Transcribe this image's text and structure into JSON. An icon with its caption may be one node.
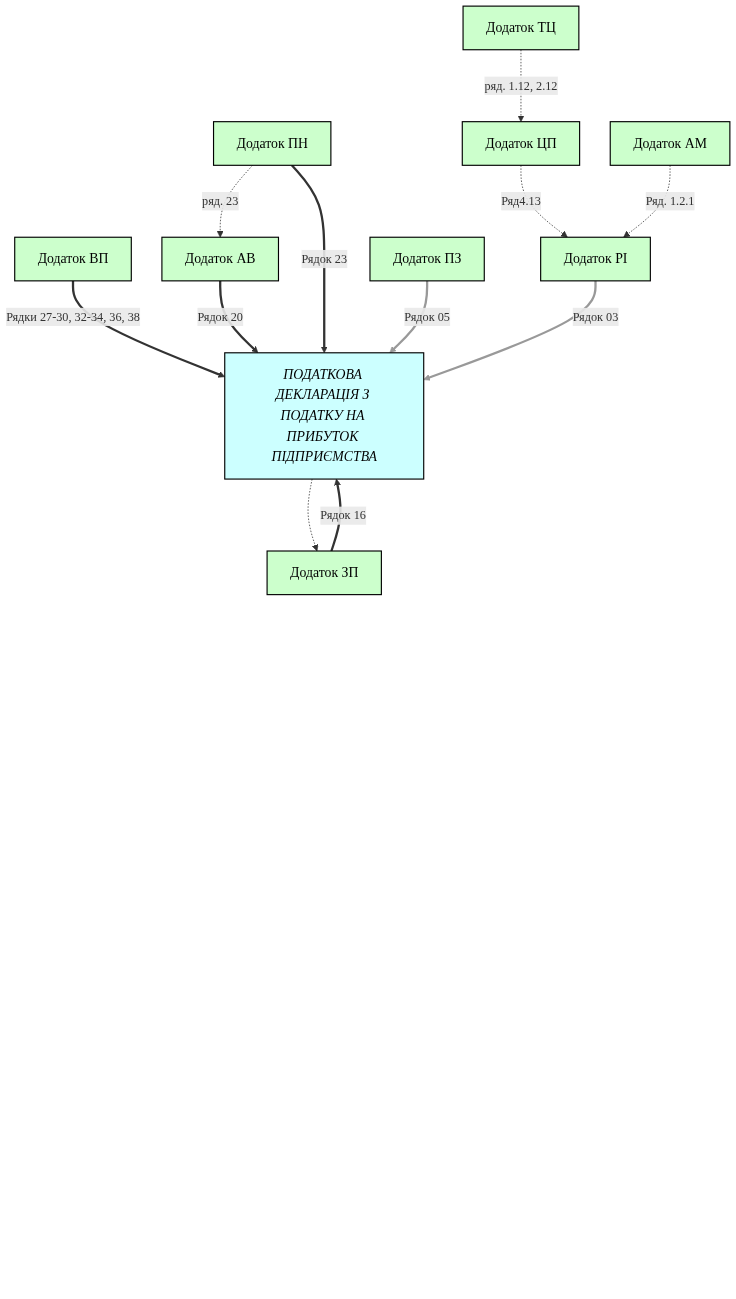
{
  "diagram": {
    "nodes": [
      {
        "text": [
          "ПОДАТКОВА ДЕКЛАРАЦІЯ З ПОДАТКУ НА ПРИБУТОК ПІДПРИЄМСТВА"
        ]
      },
      {
        "text": [
          "Додаток ВП"
        ]
      },
      {
        "text": [
          "Додаток АВ"
        ]
      },
      {
        "text": [
          "Додаток ТЦ"
        ]
      },
      {
        "text": [
          "Додаток ПН"
        ]
      },
      {
        "text": [
          "Додаток ЗП"
        ]
      },
      {
        "text": [
          "Додаток ЦП"
        ]
      },
      {
        "text": [
          "Додаток РІ"
        ]
      },
      {
        "text": [
          "Додаток ПЗ"
        ]
      },
      {
        "text": [
          "Додаток АМ"
        ]
      }
    ],
    "edges": [
      {
        "from": 1,
        "to": 0,
        "arrow": "to",
        "label": "Рядки 27-30, 32-34, 36, 38"
      },
      {
        "from": 2,
        "to": 0,
        "arrow": "to",
        "label": "Рядок 20"
      },
      {
        "from": 4,
        "to": 2,
        "arrow": "to",
        "label": "ряд. 23",
        "style": "dashed"
      },
      {
        "from": 4,
        "to": 0,
        "arrow": "to",
        "label": "Рядок 23"
      },
      {
        "from": 0,
        "to": 5,
        "arrow": "to",
        "style": "dashed"
      },
      {
        "from": 5,
        "to": 0,
        "arrow": "to",
        "label": "Рядок 16"
      },
      {
        "from": 3,
        "to": 6,
        "arrow": "to",
        "label": "ряд. 1.12, 2.12",
        "style": "dashed"
      },
      {
        "from": 6,
        "to": 7,
        "arrow": "to",
        "label": "Ряд4.13",
        "style": "dashed"
      },
      {
        "from": 8,
        "to": 0,
        "arrow": "to",
        "label": "Рядок 05",
        "color": "#999999"
      },
      {
        "from": 9,
        "to": 7,
        "arrow": "to",
        "label": "Ряд. 1.2.1",
        "style": "dashed"
      },
      {
        "from": 7,
        "to": 0,
        "arrow": "to",
        "label": "Рядок 03",
        "color": "#999999"
      }
    ]
  }
}
